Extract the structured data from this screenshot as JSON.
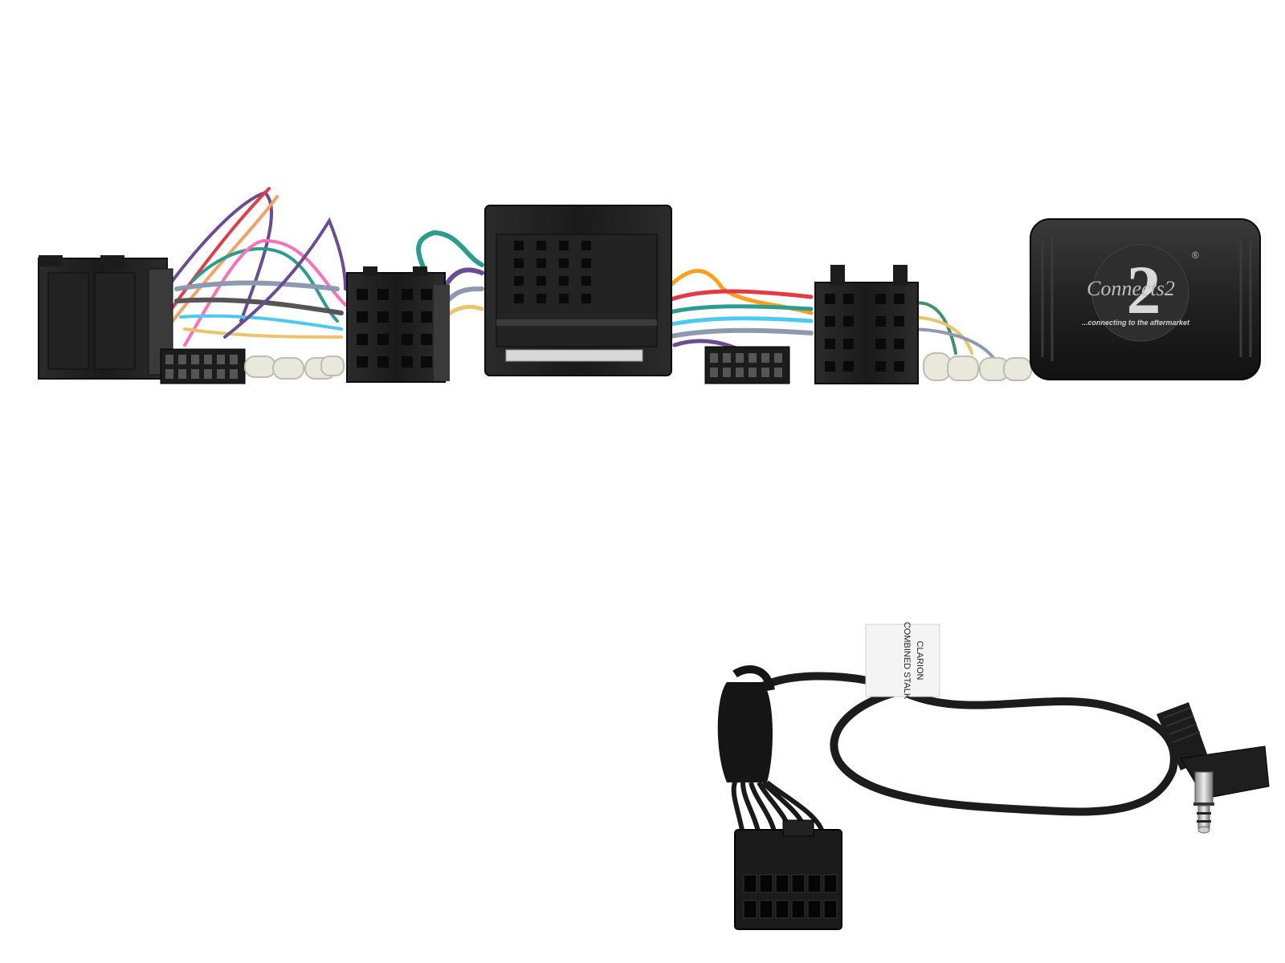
{
  "product": {
    "brand_logo": "Connects2",
    "brand_tagline": "...connecting to the aftermarket",
    "cable_tag_line1": "CLARION",
    "cable_tag_line2": "COMBINED STALK",
    "registered_mark": "®"
  },
  "colors": {
    "background": "#ffffff",
    "connector_black": "#1c1c1c",
    "module_body": "#262626",
    "wire_colors": [
      "#e63946",
      "#f4a261",
      "#2a9d8f",
      "#e9c46a",
      "#6a4c93",
      "#ff6fb5",
      "#4cc9f0",
      "#8d99ae",
      "#ff9f1c",
      "#40916c"
    ]
  }
}
